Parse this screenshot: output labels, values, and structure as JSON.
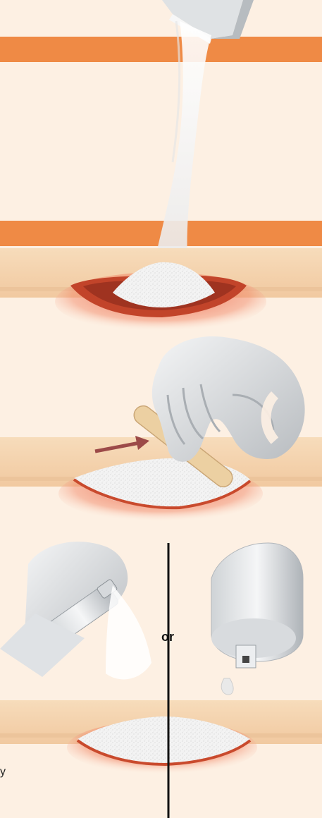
{
  "labels": {
    "or": "or",
    "margin_mark": "y"
  },
  "colors": {
    "background": "#fdf0e3",
    "band": "#ef8a45",
    "skin": "#f5d2ad",
    "skin_shadow": "#ecc49b",
    "wound": "#d54a2a",
    "wound_inner": "#b23a22",
    "powder": "#f2f2f2",
    "glove": "#e4e6e8",
    "glove_shadow": "#b9bdc1",
    "tongue_depressor": "#ecd0a2",
    "arrow": "#9c4a48",
    "divider": "#111111"
  },
  "panels": [
    {
      "name": "powder-pouring",
      "icon": "powder-packet-icon"
    },
    {
      "name": "spreading-with-spatula",
      "icon": "gloved-hand-icon"
    },
    {
      "name": "spray-or-dropper",
      "icons": [
        "spray-can-icon",
        "dropper-bottle-icon"
      ]
    }
  ]
}
